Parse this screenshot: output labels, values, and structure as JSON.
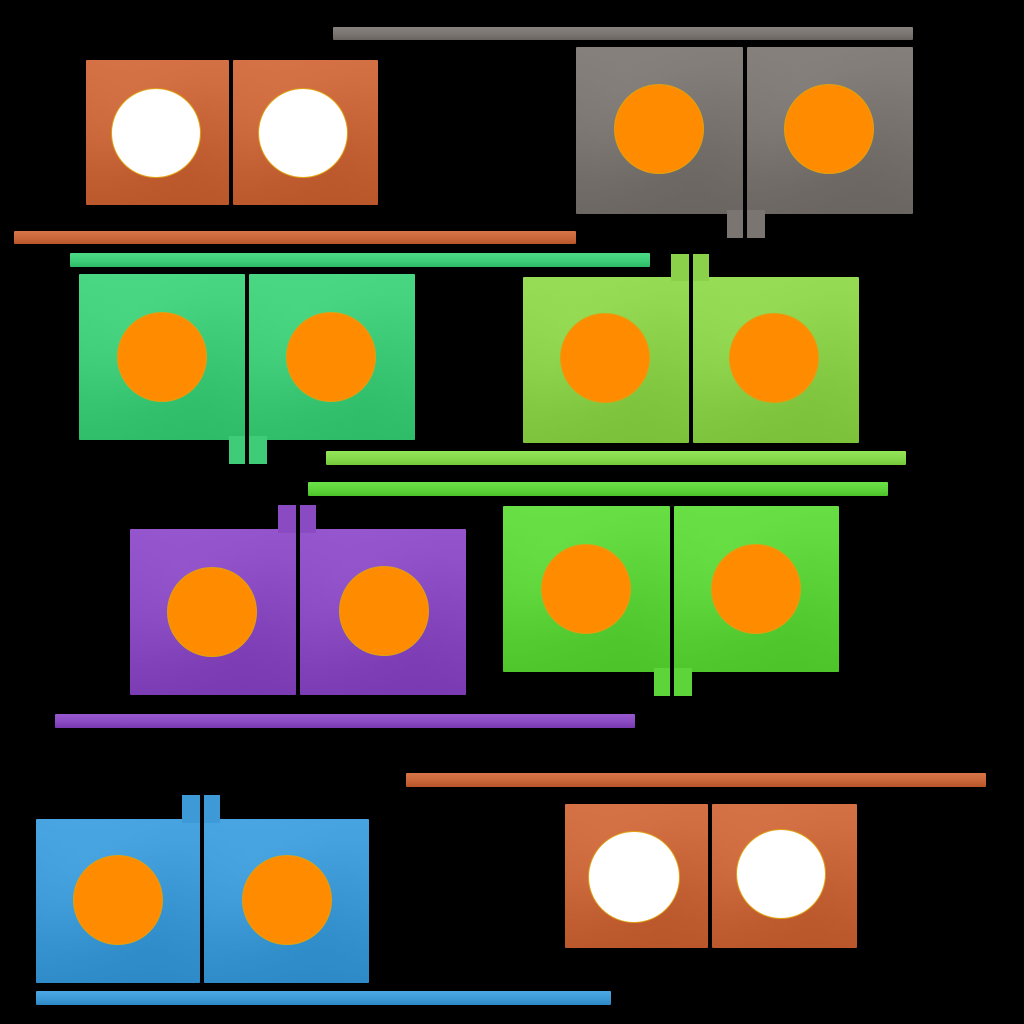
{
  "colors": {
    "orange": "#c9663a",
    "gray": "#7a7570",
    "green": "#3fcc78",
    "lime": "#8cd14a",
    "lime_bar": "#86d94a",
    "bright_green": "#5cd43a",
    "purple": "#8a4bc2",
    "blue": "#3d9ad6",
    "circle_filled": "#ff8c00",
    "circle_empty": "#ffffff"
  },
  "tiles": [
    {
      "name": "orange-tile-top-left",
      "color": "orange",
      "slots": [
        "empty",
        "empty"
      ]
    },
    {
      "name": "gray-tile-top-right",
      "color": "gray",
      "slots": [
        "filled",
        "filled"
      ]
    },
    {
      "name": "green-tile",
      "color": "green",
      "slots": [
        "filled",
        "filled"
      ]
    },
    {
      "name": "lime-tile",
      "color": "lime",
      "slots": [
        "filled",
        "filled"
      ]
    },
    {
      "name": "purple-tile",
      "color": "purple",
      "slots": [
        "filled",
        "filled"
      ]
    },
    {
      "name": "bright-green-tile",
      "color": "bright_green",
      "slots": [
        "filled",
        "filled"
      ]
    },
    {
      "name": "blue-tile",
      "color": "blue",
      "slots": [
        "filled",
        "filled"
      ]
    },
    {
      "name": "orange-tile-bottom-right",
      "color": "orange",
      "slots": [
        "empty",
        "empty"
      ]
    }
  ],
  "bars": [
    {
      "name": "gray-bar-top",
      "color": "gray"
    },
    {
      "name": "orange-bar-upper",
      "color": "orange"
    },
    {
      "name": "green-bar",
      "color": "green"
    },
    {
      "name": "lime-bar",
      "color": "lime_bar"
    },
    {
      "name": "bright-green-bar",
      "color": "bright_green"
    },
    {
      "name": "purple-bar",
      "color": "purple"
    },
    {
      "name": "orange-bar-lower",
      "color": "orange"
    },
    {
      "name": "blue-bar-bottom",
      "color": "blue"
    }
  ]
}
